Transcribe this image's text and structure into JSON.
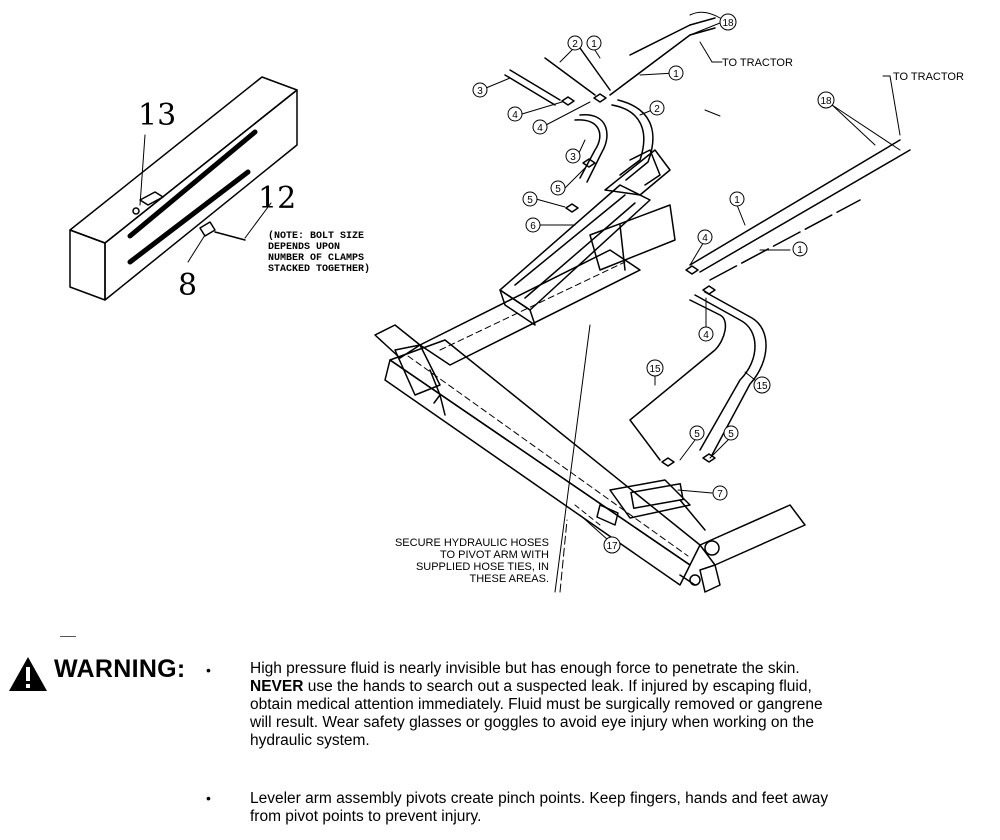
{
  "diagram": {
    "detail_callouts": {
      "clamp_bolt": "12",
      "bracket": "13",
      "clamp": "8"
    },
    "note": [
      "(NOTE: BOLT SIZE",
      "DEPENDS UPON",
      "NUMBER OF CLAMPS",
      "STACKED TOGETHER)"
    ],
    "to_tractor_labels": [
      "TO TRACTOR",
      "TO TRACTOR"
    ],
    "callouts": [
      "18",
      "2",
      "1",
      "1",
      "3",
      "4",
      "4",
      "2",
      "3",
      "5",
      "5",
      "6",
      "18",
      "1",
      "4",
      "1",
      "4",
      "15",
      "15",
      "5",
      "5",
      "7",
      "17"
    ],
    "secure_note": [
      "SECURE HYDRAULIC HOSES",
      "TO PIVOT ARM WITH",
      "SUPPLIED HOSE TIES, IN",
      "THESE AREAS."
    ]
  },
  "warning": {
    "label": "WARNING:",
    "bullets": [
      {
        "strong": "",
        "lines": [
          "High pressure fluid is nearly invisible but has enough force to penetrate the skin."
        ]
      },
      {
        "strong": "NEVER",
        "lines": [
          " use the hands to search out a suspected leak.  If injured by escaping fluid,",
          "obtain medical attention immediately.  Fluid must be surgically removed or gangrene",
          "will result.  Wear safety glasses or goggles to avoid eye injury when working on the",
          "hydraulic system."
        ]
      },
      {
        "strong": "",
        "lines": [
          "Leveler arm assembly pivots create pinch points.  Keep fingers, hands and feet away",
          "from pivot points to prevent injury."
        ]
      }
    ]
  }
}
